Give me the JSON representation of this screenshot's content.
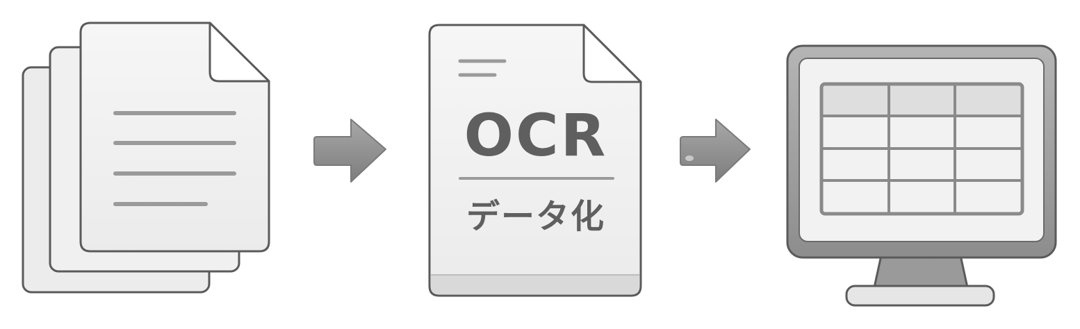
{
  "flow": {
    "steps": [
      {
        "name": "paper-documents"
      },
      {
        "name": "ocr-processing"
      },
      {
        "name": "digital-data"
      }
    ]
  },
  "ocr_document": {
    "title": "OCR",
    "subtitle": "データ化"
  },
  "monitor_table": {
    "rows": 4,
    "columns": 3
  },
  "icons": {
    "documents": "document-stack-icon",
    "arrow1": "arrow-right-icon",
    "ocr": "ocr-document-icon",
    "arrow2": "arrow-right-icon",
    "monitor": "monitor-spreadsheet-icon"
  },
  "colors": {
    "outline": "#555555",
    "paper": "#efefef",
    "paper_shade": "#e3e3e3",
    "text_lines": "#9a9a9a",
    "arrow": "#8e8e8e",
    "monitor_frame": "#9d9d9d",
    "monitor_screen": "#f2f2f2"
  }
}
